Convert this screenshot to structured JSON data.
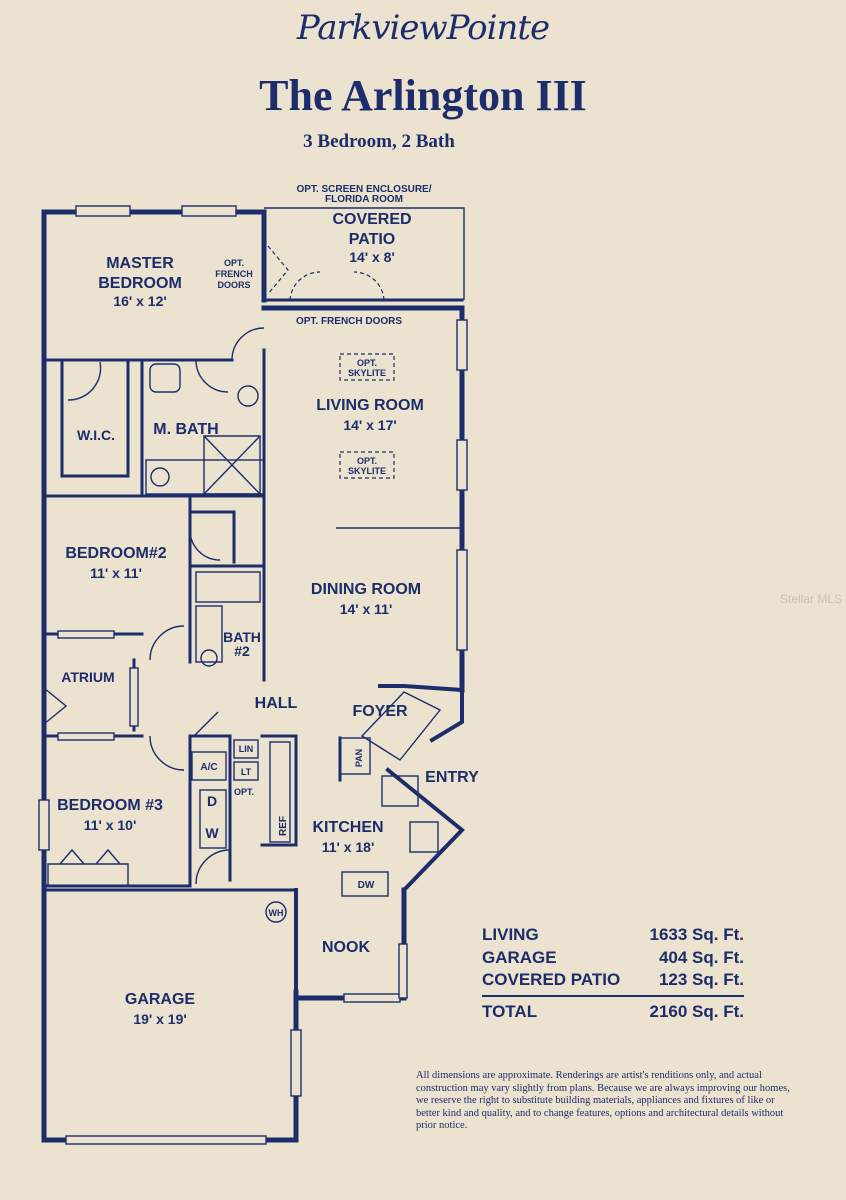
{
  "header": {
    "brand": "ParkviewPointe",
    "model_name": "The Arlington III",
    "subtitle": "3 Bedroom, 2 Bath"
  },
  "rooms": {
    "master_bedroom": {
      "name_line1": "MASTER",
      "name_line2": "BEDROOM",
      "dims": "16' x 12'"
    },
    "covered_patio": {
      "name_line1": "COVERED",
      "name_line2": "PATIO",
      "dims": "14' x 8'"
    },
    "living_room": {
      "name": "LIVING ROOM",
      "dims": "14' x 17'"
    },
    "dining_room": {
      "name": "DINING ROOM",
      "dims": "14' x 11'"
    },
    "bedroom2": {
      "name": "BEDROOM#2",
      "dims": "11' x 11'"
    },
    "bedroom3": {
      "name": "BEDROOM #3",
      "dims": "11' x 10'"
    },
    "kitchen": {
      "name": "KITCHEN",
      "dims": "11' x 18'"
    },
    "garage": {
      "name": "GARAGE",
      "dims": "19' x 19'"
    },
    "wic": "W.I.C.",
    "m_bath": "M. BATH",
    "bath2_line1": "BATH",
    "bath2_line2": "#2",
    "atrium": "ATRIUM",
    "hall": "HALL",
    "foyer": "FOYER",
    "entry": "ENTRY",
    "nook": "NOOK"
  },
  "annotations": {
    "screen_enclosure_line1": "OPT. SCREEN ENCLOSURE/",
    "screen_enclosure_line2": "FLORIDA ROOM",
    "opt_french_doors_top": "OPT. FRENCH DOORS",
    "opt_label": "OPT.",
    "french_label": "FRENCH",
    "doors_label": "DOORS",
    "skylite1_line1": "OPT.",
    "skylite1_line2": "SKYLITE",
    "skylite2_line1": "OPT.",
    "skylite2_line2": "SKYLITE",
    "lin": "LIN",
    "lt": "LT",
    "ac": "A/C",
    "opt_small": "OPT.",
    "d": "D",
    "w": "W",
    "ref": "REF",
    "pan": "PAN",
    "dw": "DW",
    "wh": "WH"
  },
  "area_summary": [
    {
      "label": "LIVING",
      "value": "1633 Sq. Ft."
    },
    {
      "label": "GARAGE",
      "value": "404 Sq. Ft."
    },
    {
      "label": "COVERED PATIO",
      "value": "123 Sq. Ft."
    }
  ],
  "area_total": {
    "label": "TOTAL",
    "value": "2160 Sq. Ft."
  },
  "disclaimer": "All dimensions are approximate. Renderings are artist's renditions only, and actual construction may vary slightly from plans. Because we are always improving our homes, we reserve the right to substitute building materials, appliances and fixtures of like or better kind and quality, and to change features, options and architectural details without prior notice.",
  "watermark": "Stellar MLS"
}
